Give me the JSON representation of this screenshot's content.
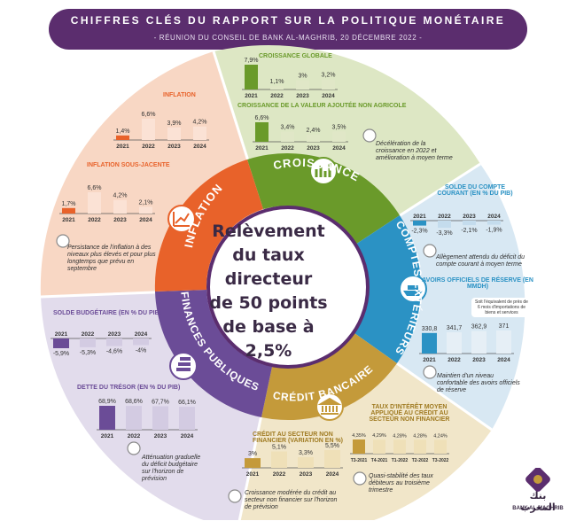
{
  "header": {
    "title": "CHIFFRES CLÉS DU RAPPORT SUR LA POLITIQUE MONÉTAIRE",
    "subtitle": "- RÉUNION DU CONSEIL DE BANK AL-MAGHRIB, 20 DÉCEMBRE 2022 -"
  },
  "center": {
    "line1": "Relèvement",
    "line2": "du taux directeur",
    "line3": "de 50 points",
    "line4": "de base à",
    "line5": "2,5%"
  },
  "segments": {
    "croissance": "CROISSANCE",
    "comptes": "COMPTES EXTÉRIEURS",
    "credit": "CRÉDIT BANCAIRE",
    "finances": "FINANCES PUBLIQUES",
    "inflation": "INFLATION"
  },
  "croissance": {
    "globale_title": "CROISSANCE GLOBALE",
    "globale": {
      "years": [
        "2021",
        "2022",
        "2023",
        "2024"
      ],
      "values": [
        "7,9%",
        "1,1%",
        "3%",
        "3,2%"
      ],
      "nums": [
        7.9,
        1.1,
        3,
        3.2
      ]
    },
    "va_title": "CROISSANCE DE LA VALEUR AJOUTÉE NON AGRICOLE",
    "va": {
      "years": [
        "2021",
        "2022",
        "2023",
        "2024"
      ],
      "values": [
        "6,6%",
        "3,4%",
        "2,4%",
        "3,5%"
      ],
      "nums": [
        6.6,
        3.4,
        2.4,
        3.5
      ]
    },
    "note": "Décélération de la croissance en 2022 et amélioration à moyen terme"
  },
  "inflation": {
    "title": "INFLATION",
    "main": {
      "years": [
        "2021",
        "2022",
        "2023",
        "2024"
      ],
      "values": [
        "1,4%",
        "6,6%",
        "3,9%",
        "4,2%"
      ],
      "nums": [
        1.4,
        6.6,
        3.9,
        4.2
      ]
    },
    "sj_title": "INFLATION SOUS-JACENTE",
    "sj": {
      "years": [
        "2021",
        "2022",
        "2023",
        "2024"
      ],
      "values": [
        "1,7%",
        "6,6%",
        "4,2%",
        "2,1%"
      ],
      "nums": [
        1.7,
        6.6,
        4.2,
        2.1
      ]
    },
    "note": "Persistance de l'inflation à des niveaux plus élevés et pour plus longtemps que prévu en septembre"
  },
  "comptes": {
    "solde_title": "SOLDE DU COMPTE COURANT (EN % DU PIB)",
    "solde": {
      "years": [
        "2021",
        "2022",
        "2023",
        "2024"
      ],
      "values": [
        "-2,3%",
        "-3,3%",
        "-2,1%",
        "-1,9%"
      ],
      "nums": [
        -2.3,
        -3.3,
        -2.1,
        -1.9
      ]
    },
    "solde_note": "Allègement attendu du déficit du compte courant à moyen terme",
    "avoirs_title": "AVOIRS OFFICIELS DE RÉSERVE (EN MMDH)",
    "avoirs_sub": "Soit l'équivalent de près de 6 mois d'importations de biens et services",
    "avoirs": {
      "years": [
        "2021",
        "2022",
        "2023",
        "2024"
      ],
      "values": [
        "330,8",
        "341,7",
        "362,9",
        "371"
      ],
      "nums": [
        330.8,
        341.7,
        362.9,
        371
      ]
    },
    "avoirs_note": "Maintien d'un niveau confortable des avoirs officiels de réserve"
  },
  "finances": {
    "solde_title": "SOLDE BUDGÉTAIRE (EN % DU PIB)",
    "solde": {
      "years": [
        "2021",
        "2022",
        "2023",
        "2024"
      ],
      "values": [
        "-5,9%",
        "-5,3%",
        "-4,6%",
        "-4%"
      ],
      "nums": [
        -5.9,
        -5.3,
        -4.6,
        -4
      ]
    },
    "dette_title": "DETTE DU TRÉSOR (EN % DU PIB)",
    "dette": {
      "years": [
        "2021",
        "2022",
        "2023",
        "2024"
      ],
      "values": [
        "68,9%",
        "68,6%",
        "67,7%",
        "66,1%"
      ],
      "nums": [
        68.9,
        68.6,
        67.7,
        66.1
      ]
    },
    "note": "Atténuation graduelle du déficit budgétaire sur l'horizon de prévision"
  },
  "credit": {
    "ssnf_title": "CRÉDIT AU SECTEUR NON FINANCIER (VARIATION EN %)",
    "ssnf": {
      "years": [
        "2021",
        "2022",
        "2023",
        "2024"
      ],
      "values": [
        "3%",
        "5,1%",
        "3,3%",
        "5,5%"
      ],
      "nums": [
        3,
        5.1,
        3.3,
        5.5
      ]
    },
    "ssnf_note": "Croissance modérée du crédit au secteur non financier sur l'horizon de prévision",
    "taux_title": "TAUX D'INTÉRÊT MOYEN APPLIQUÉ AU CRÉDIT AU SECTEUR NON FINANCIER",
    "taux": {
      "years": [
        "T3-2021",
        "T4-2021",
        "T1-2022",
        "T2-2022",
        "T3-2022"
      ],
      "values": [
        "4,35%",
        "4,29%",
        "4,28%",
        "4,28%",
        "4,24%"
      ],
      "nums": [
        4.35,
        4.29,
        4.28,
        4.28,
        4.24
      ]
    },
    "taux_note": "Quasi-stabilité des taux débiteurs au troisième trimestre"
  },
  "logo": {
    "arabic": "بنك المغرب",
    "latin": "BANK AL-MAGHRIB"
  },
  "colors": {
    "purple": "#5b2d6e",
    "green": "#6a9a2a",
    "orange": "#e8622a",
    "blue": "#2b92c4",
    "lilac": "#6b4c97",
    "tan": "#c49a3a"
  }
}
